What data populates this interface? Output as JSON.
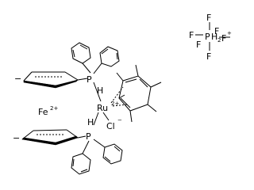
{
  "colors": {
    "ink": "#000000",
    "background": "#ffffff"
  },
  "labels": {
    "iron": "Fe",
    "iron_charge": "2+",
    "ruthenium": "Ru",
    "ruthenium_charge": "2+",
    "chlorine": "Cl",
    "chloride_charge": "−",
    "phosphorus_top": "P",
    "hydrogen_top": "H",
    "phosphorus_bottom": "P",
    "hydrogen_bottom": "H",
    "cp_charge_top": "−",
    "cp_charge_bottom": "−",
    "pf6_phosphorus": "P",
    "pf6_h2": "H",
    "pf6_h2_sub": "2",
    "pf6_charge": "+",
    "fluorine": "F"
  }
}
